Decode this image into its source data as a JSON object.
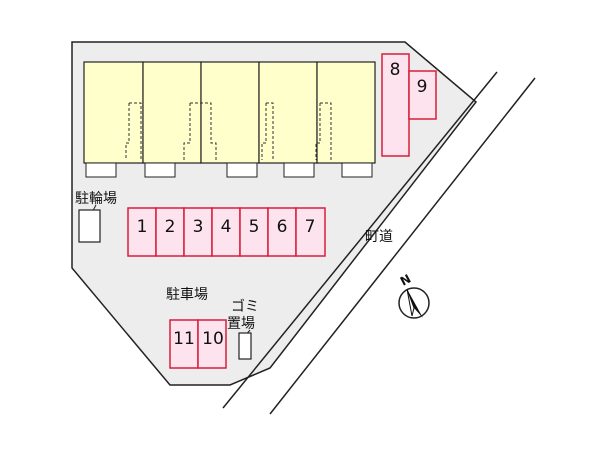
{
  "labels": {
    "bicycle_parking": "駐輪場",
    "car_parking": "駐車場",
    "garbage_line1": "ゴミ",
    "garbage_line2": "置場",
    "road": "町道",
    "north": "N"
  },
  "parking_spaces": {
    "row_main": [
      "1",
      "2",
      "3",
      "4",
      "5",
      "6",
      "7"
    ],
    "top_right": [
      "8",
      "9"
    ],
    "bottom": [
      "11",
      "10"
    ]
  },
  "colors": {
    "lot_fill": "#ededed",
    "building_fill": "#ffffcc",
    "parking_fill": "#fde3ee",
    "parking_stroke": "#d81e3c",
    "outline": "#222222"
  }
}
